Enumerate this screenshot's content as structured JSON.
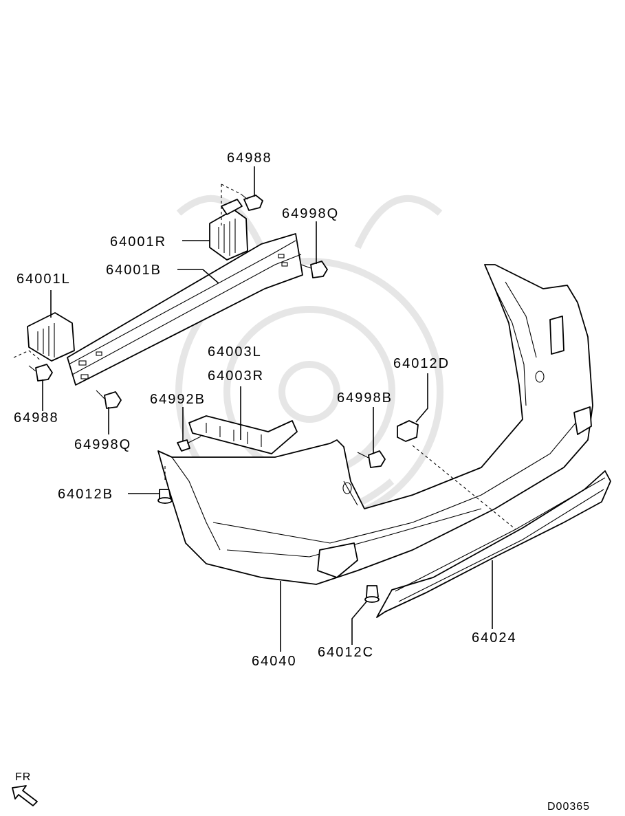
{
  "diagram": {
    "labels": {
      "lbl_64988_top": "64988",
      "lbl_64998q_top": "64998Q",
      "lbl_64001r": "64001R",
      "lbl_64001b": "64001B",
      "lbl_64001l": "64001L",
      "lbl_64988_left": "64988",
      "lbl_64998q_left": "64998Q",
      "lbl_64003l": "64003L",
      "lbl_64003r": "64003R",
      "lbl_64012d": "64012D",
      "lbl_64992b": "64992B",
      "lbl_64998b": "64998B",
      "lbl_64012b": "64012B",
      "lbl_64040": "64040",
      "lbl_64012c": "64012C",
      "lbl_64024": "64024"
    },
    "fr_label": "FR",
    "code": "D00365"
  }
}
